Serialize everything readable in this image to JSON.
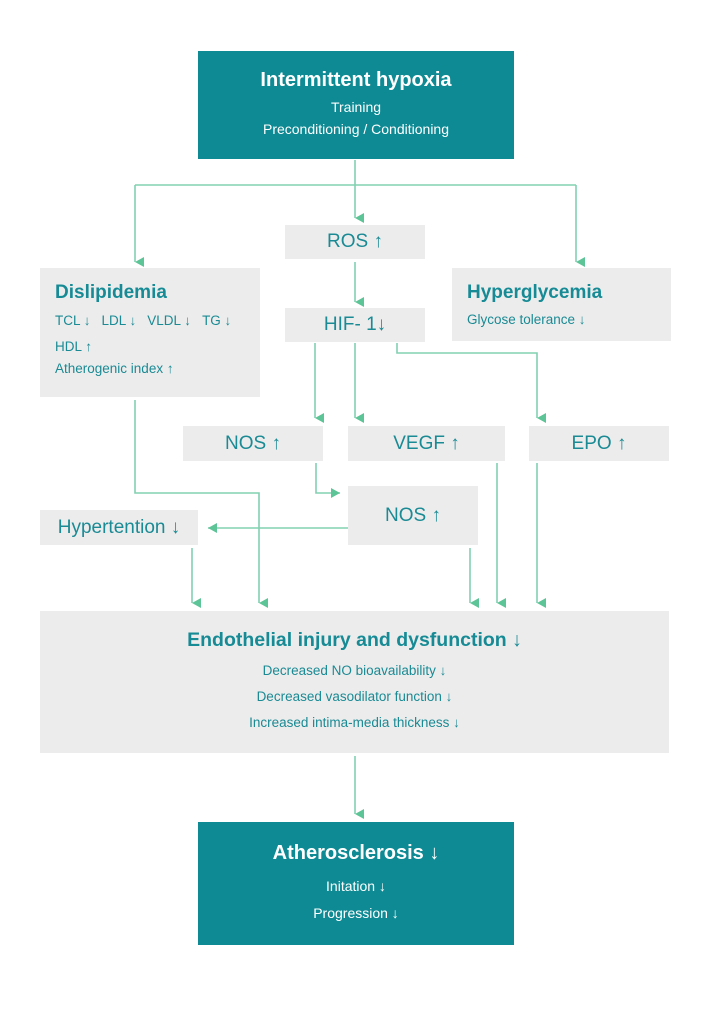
{
  "diagram": {
    "top": {
      "title": "Intermittent hypoxia",
      "lines": [
        "Training",
        "Preconditioning / Conditioning"
      ]
    },
    "ros": "ROS ↑",
    "hif": "HIF- 1↓",
    "dislipidemia": {
      "title": "Dislipidemia",
      "items": [
        "TCL ↓",
        "LDL ↓",
        "VLDL ↓",
        "TG ↓"
      ],
      "hdl": "HDL ↑",
      "atherogenic": "Atherogenic index ↑"
    },
    "hyperglycemia": {
      "title": "Hyperglycemia",
      "line": "Glycose tolerance  ↓"
    },
    "nos1": "NOS ↑",
    "vegf": "VEGF ↑",
    "epo": "EPO ↑",
    "nos2": "NOS ↑",
    "hypertension": "Hypertention ↓",
    "endothelial": {
      "title": "Endothelial injury and dysfunction  ↓",
      "lines": [
        "Decreased NO bioavailability  ↓",
        "Decreased vasodilator function ↓",
        "Increased intima-media thickness  ↓"
      ]
    },
    "atherosclerosis": {
      "title": "Atherosclerosis ↓",
      "lines": [
        "Initation ↓",
        "Progression ↓"
      ]
    },
    "colors": {
      "teal": "#0d8a93",
      "grey_box": "#ececec",
      "text_teal": "#1a8a94",
      "arrow": "#6dcca5"
    }
  }
}
